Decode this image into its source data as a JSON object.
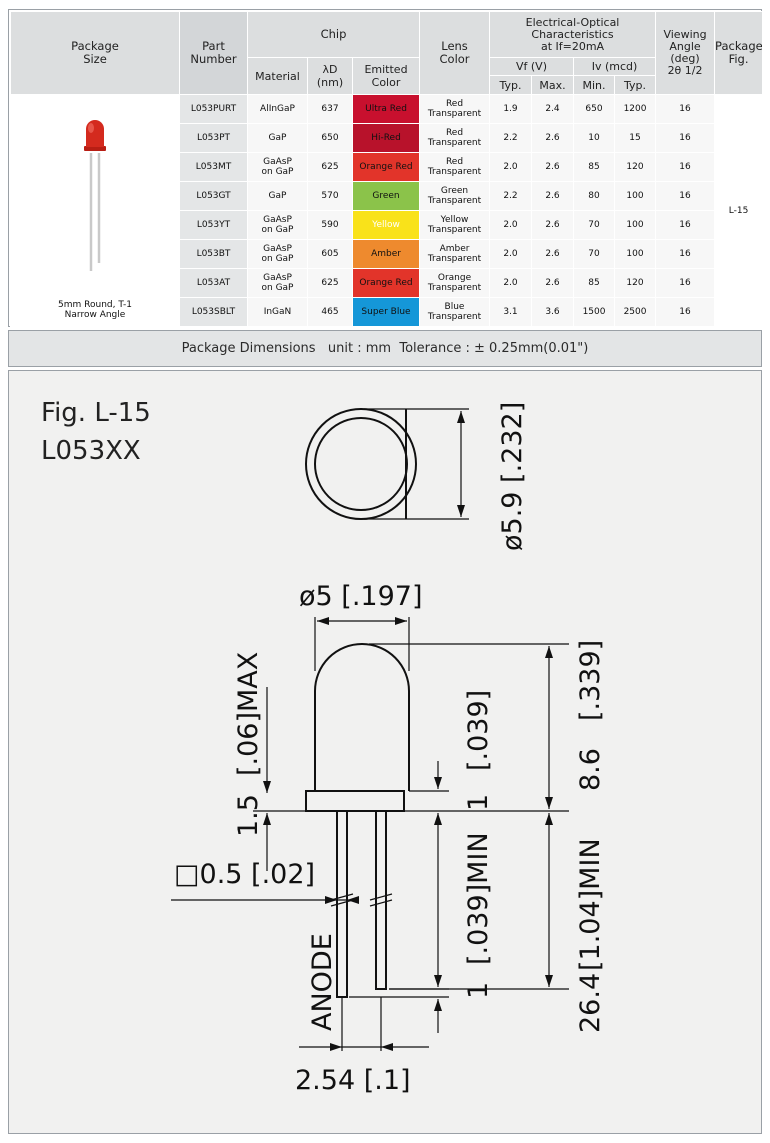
{
  "table": {
    "headers": {
      "package_size": "Package\nSize",
      "part_number": "Part\nNumber",
      "chip": "Chip",
      "material": "Material",
      "wavelength": "λD\n(nm)",
      "emitted_color": "Emitted\nColor",
      "lens_color": "Lens\nColor",
      "electrical": "Electrical-Optical\nCharacteristics\nat If=20mA",
      "vf": "Vf (V)",
      "iv": "Iv (mcd)",
      "vf_typ": "Typ.",
      "vf_max": "Max.",
      "iv_min": "Min.",
      "iv_typ": "Typ.",
      "viewing_angle": "Viewing\nAngle\n(deg)\n2θ 1/2",
      "package_fig": "Package\nFig."
    },
    "package": {
      "label": "5mm Round, T-1\nNarrow Angle",
      "led_color": "#d42a1e"
    },
    "package_fig_value": "L-15",
    "rows": [
      {
        "part": "L053PURT",
        "material": "AlInGaP",
        "wl": "637",
        "color_label": "Ultra Red",
        "color_hex": "#c8102e",
        "lens": "Red\nTransparent",
        "vf_typ": "1.9",
        "vf_max": "2.4",
        "iv_min": "650",
        "iv_typ": "1200",
        "angle": "16"
      },
      {
        "part": "L053PT",
        "material": "GaP",
        "wl": "650",
        "color_label": "Hi-Red",
        "color_hex": "#b8122b",
        "lens": "Red\nTransparent",
        "vf_typ": "2.2",
        "vf_max": "2.6",
        "iv_min": "10",
        "iv_typ": "15",
        "angle": "16"
      },
      {
        "part": "L053MT",
        "material": "GaAsP\non GaP",
        "wl": "625",
        "color_label": "Orange Red",
        "color_hex": "#e2342a",
        "lens": "Red\nTransparent",
        "vf_typ": "2.0",
        "vf_max": "2.6",
        "iv_min": "85",
        "iv_typ": "120",
        "angle": "16"
      },
      {
        "part": "L053GT",
        "material": "GaP",
        "wl": "570",
        "color_label": "Green",
        "color_hex": "#8bc34a",
        "lens": "Green\nTransparent",
        "vf_typ": "2.2",
        "vf_max": "2.6",
        "iv_min": "80",
        "iv_typ": "100",
        "angle": "16"
      },
      {
        "part": "L053YT",
        "material": "GaAsP\non GaP",
        "wl": "590",
        "color_label": "Yellow",
        "color_hex": "#f9e21a",
        "lens": "Yellow\nTransparent",
        "vf_typ": "2.0",
        "vf_max": "2.6",
        "iv_min": "70",
        "iv_typ": "100",
        "angle": "16"
      },
      {
        "part": "L053BT",
        "material": "GaAsP\non GaP",
        "wl": "605",
        "color_label": "Amber",
        "color_hex": "#ee8a2e",
        "lens": "Amber\nTransparent",
        "vf_typ": "2.0",
        "vf_max": "2.6",
        "iv_min": "70",
        "iv_typ": "100",
        "angle": "16"
      },
      {
        "part": "L053AT",
        "material": "GaAsP\non GaP",
        "wl": "625",
        "color_label": "Orange Red",
        "color_hex": "#e2342a",
        "lens": "Orange\nTransparent",
        "vf_typ": "2.0",
        "vf_max": "2.6",
        "iv_min": "85",
        "iv_typ": "120",
        "angle": "16"
      },
      {
        "part": "L053SBLT",
        "material": "InGaN",
        "wl": "465",
        "color_label": "Super Blue",
        "color_hex": "#1597d8",
        "lens": "Blue\nTransparent",
        "vf_typ": "3.1",
        "vf_max": "3.6",
        "iv_min": "1500",
        "iv_typ": "2500",
        "angle": "16"
      }
    ]
  },
  "dimensions_header": "Package Dimensions   unit : mm  Tolerance : ± 0.25mm(0.01\")",
  "figure": {
    "title_line1": "Fig. L-15",
    "title_line2": "L053XX",
    "dims": {
      "flange_dia": "ø5.9",
      "flange_dia_in": "[.232]",
      "body_dia": "ø5",
      "body_dia_in": "[.197]",
      "flange_max_in": "[.06]MAX",
      "flange_max": "1.5",
      "lead_size": "□0.5",
      "lead_size_in": "[.02]",
      "anode": "ANODE",
      "flange_h_in": "[.039]",
      "flange_h": "1",
      "lead_min_in": "[.039]MIN",
      "lead_min": "1",
      "height_in": "[.339]",
      "height": "8.6",
      "lead_len_in": "[1.04]MIN",
      "lead_len": "26.4",
      "pitch": "2.54",
      "pitch_in": "[.1]"
    }
  }
}
